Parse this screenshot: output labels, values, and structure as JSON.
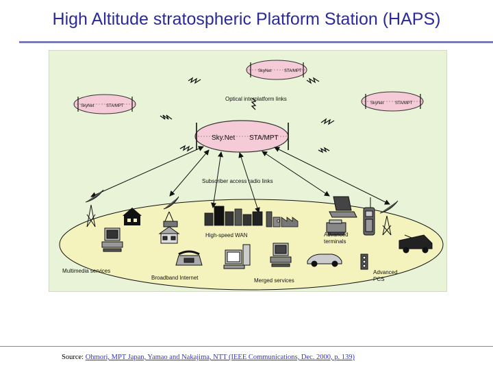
{
  "slide": {
    "title": "High Altitude stratospheric Platform Station (HAPS)"
  },
  "diagram": {
    "platforms": [
      {
        "left_label": "SkyNet",
        "right_label": "STA/MPT"
      },
      {
        "left_label": "SkyNet",
        "right_label": "STA/MPT"
      },
      {
        "left_label": "SkyNet",
        "right_label": "STA/MPT"
      },
      {
        "left_label": "Sky.Net",
        "right_label": "STA/MPT"
      }
    ],
    "labels": {
      "optical_links": "Optical interplatform links",
      "subscriber_links": "Subscriber access radio links",
      "high_speed_wan": "High-speed WAN",
      "advanced_terminals_1": "Advanced",
      "advanced_terminals_2": "terminals",
      "multimedia": "Multimedia services",
      "broadband": "Broadband Internet",
      "merged": "Merged services",
      "advanced_pcs_1": "Advanced",
      "advanced_pcs_2": "PCS"
    },
    "colors": {
      "background": "#e9f3d7",
      "ground": "#f4f3be",
      "airship": "#f6cbd8"
    }
  },
  "source": {
    "prefix": "Source:",
    "text": "Ohmori, MPT Japan, Yamao and Nakajima, NTT (IEEE Communications, Dec. 2000, p. 139)"
  }
}
